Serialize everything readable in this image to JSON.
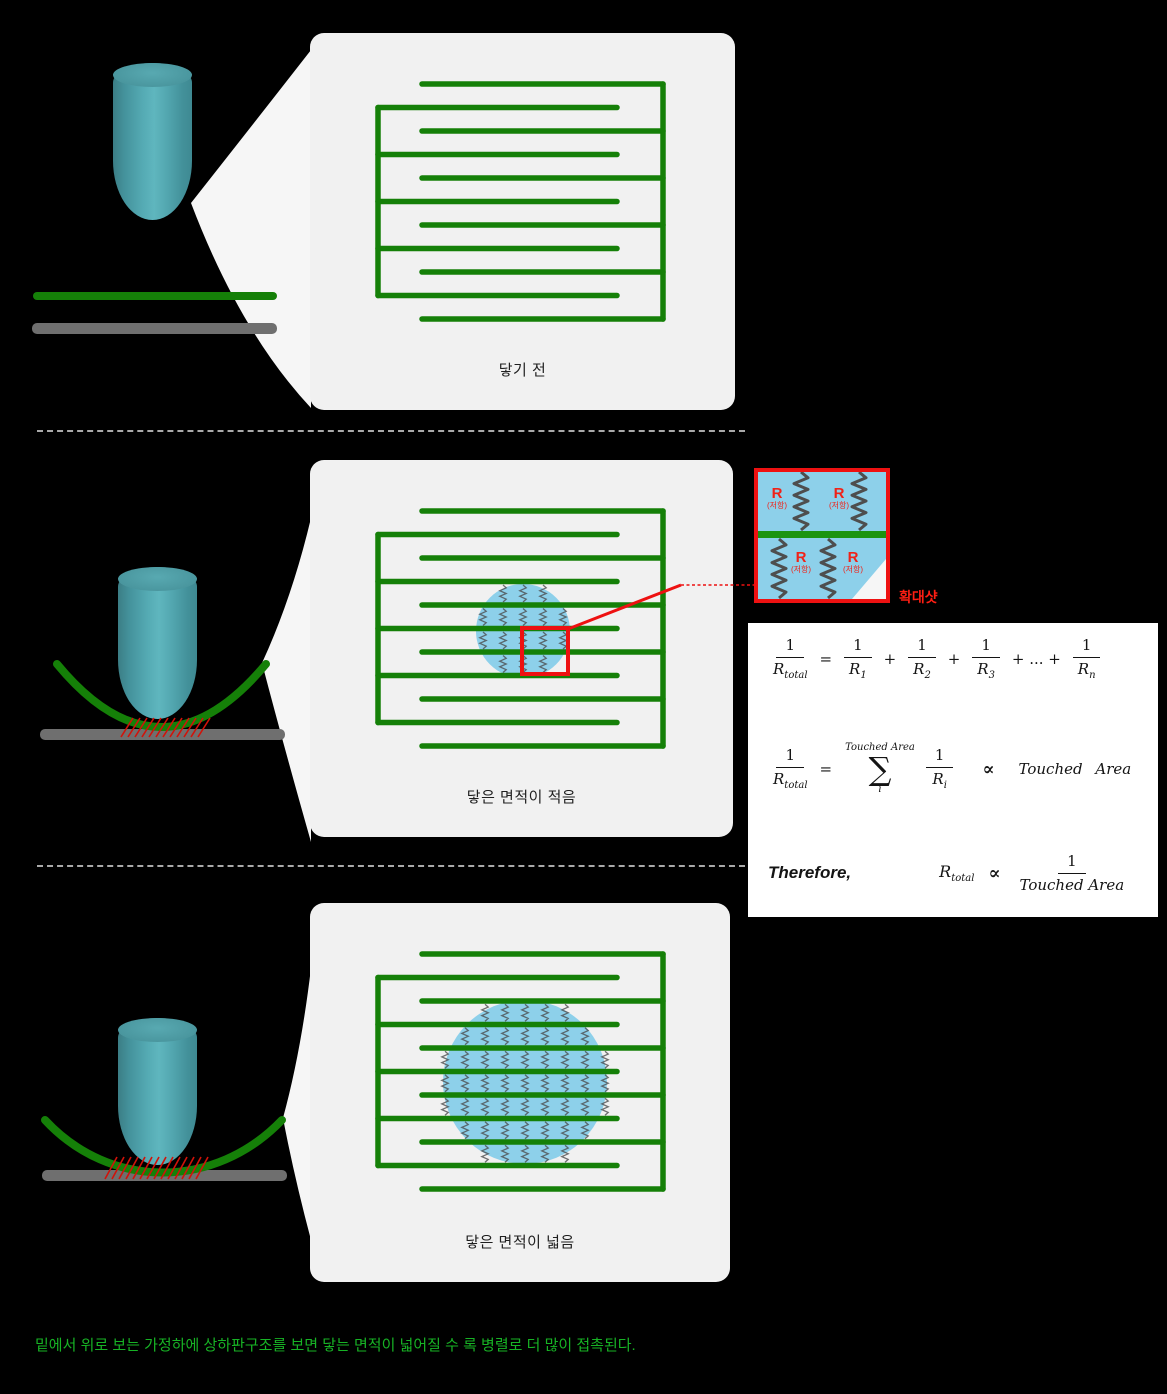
{
  "panels": {
    "before": {
      "label": "닿기 전"
    },
    "small_contact": {
      "label": "닿은 면적이 적음"
    },
    "large_contact": {
      "label": "닿은 면적이 넓음"
    }
  },
  "magnifier": {
    "label": "확대샷",
    "resistors": [
      {
        "symbol": "R",
        "name": "(저항)"
      },
      {
        "symbol": "R",
        "name": "(저항)"
      },
      {
        "symbol": "R",
        "name": "(저항)"
      },
      {
        "symbol": "R",
        "name": "(저항)"
      }
    ]
  },
  "equations": {
    "eq1": {
      "lhs": {
        "num": "1",
        "den": "R",
        "sub": "total"
      },
      "equals": "=",
      "plus": "+",
      "dots": "+ ... +",
      "terms": [
        {
          "num": "1",
          "den": "R",
          "sub": "1"
        },
        {
          "num": "1",
          "den": "R",
          "sub": "2"
        },
        {
          "num": "1",
          "den": "R",
          "sub": "3"
        },
        {
          "num": "1",
          "den": "R",
          "sub": "n"
        }
      ]
    },
    "eq2": {
      "lhs": {
        "num": "1",
        "den": "R",
        "sub": "total"
      },
      "equals": "=",
      "sigma": {
        "sup": "Touched Area",
        "symbol": "∑",
        "sub": "i"
      },
      "term": {
        "num": "1",
        "den": "R",
        "sub": "i"
      },
      "prop": "∝",
      "rhs": "Touched Area"
    },
    "eq3": {
      "prefix": "Therefore,",
      "lhs": "R",
      "lhs_sub": "total",
      "prop": "∝",
      "frac": {
        "num": "1",
        "den": "Touched Area"
      }
    }
  },
  "caption": "밑에서 위로 보는 가정하에 상하판구조를 보면 닿는 면적이 넓어질 수 록 병렬로 더 많이 접촉된다.",
  "colors": {
    "background": "#000000",
    "panel": "#f1f1f1",
    "electrode_green": "#158008",
    "magnifier_green": "#1b9410",
    "substrate_gray": "#6f6f6f",
    "contact_blue": "#8dd0ea",
    "highlight_red": "#ee1111",
    "resistor_gray": "#4a4a4a",
    "caption_green": "#17b325",
    "stylus_teal": "#4da0a9"
  }
}
